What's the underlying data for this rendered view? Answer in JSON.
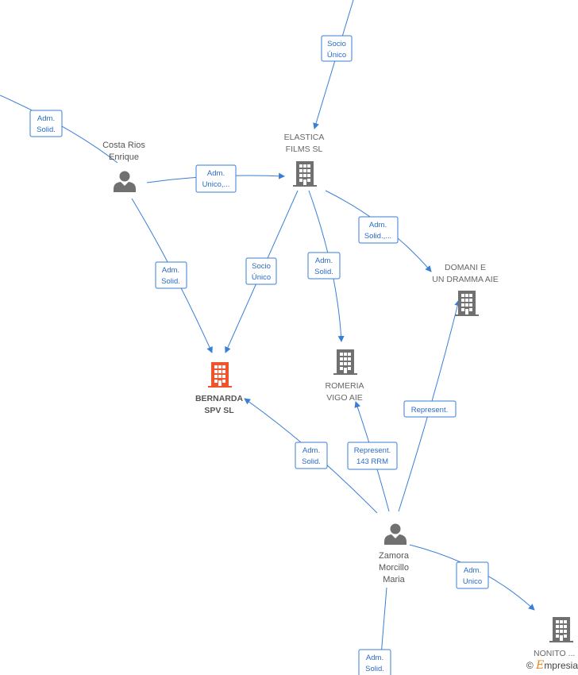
{
  "colors": {
    "edge": "#3a7fd5",
    "person_icon": "#707070",
    "company_icon": "#707070",
    "highlight_company_icon": "#f0542c",
    "label_text": "#555555",
    "watermark_accent": "#e8861a"
  },
  "nodes": [
    {
      "id": "costa_rios",
      "type": "person",
      "label": [
        "Costa Rios",
        "Enrique"
      ],
      "icon": "person-icon"
    },
    {
      "id": "elastica",
      "type": "company",
      "label": [
        "ELASTICA",
        "FILMS  SL"
      ],
      "icon": "building-icon"
    },
    {
      "id": "domani",
      "type": "company",
      "label": [
        "DOMANI E",
        "UN DRAMMA AIE"
      ],
      "icon": "building-icon"
    },
    {
      "id": "bernarda",
      "type": "company",
      "highlight": true,
      "label": [
        "BERNARDA",
        "SPV  SL"
      ],
      "icon": "building-icon"
    },
    {
      "id": "romeria",
      "type": "company",
      "label": [
        "ROMERIA",
        "VIGO  AIE"
      ],
      "icon": "building-icon"
    },
    {
      "id": "zamora",
      "type": "person",
      "label": [
        "Zamora",
        "Morcillo",
        "Maria"
      ],
      "icon": "person-icon"
    },
    {
      "id": "nonito",
      "type": "company",
      "label": [
        "NONITO  ..."
      ],
      "icon": "building-icon"
    }
  ],
  "edges": [
    {
      "id": "e1",
      "from": "offscreen-top",
      "to": "elastica",
      "label": [
        "Socio",
        "Único"
      ]
    },
    {
      "id": "e2",
      "from": "offscreen-left",
      "to": "costa_rios",
      "label": [
        "Adm.",
        "Solid."
      ]
    },
    {
      "id": "e3",
      "from": "costa_rios",
      "to": "elastica",
      "label": [
        "Adm.",
        "Unico,..."
      ]
    },
    {
      "id": "e4",
      "from": "elastica",
      "to": "domani",
      "label": [
        "Adm.",
        "Solid.,..."
      ]
    },
    {
      "id": "e5",
      "from": "costa_rios",
      "to": "bernarda",
      "label": [
        "Adm.",
        "Solid."
      ]
    },
    {
      "id": "e6",
      "from": "elastica",
      "to": "bernarda",
      "label": [
        "Socio",
        "Único"
      ]
    },
    {
      "id": "e7",
      "from": "elastica",
      "to": "romeria",
      "label": [
        "Adm.",
        "Solid."
      ]
    },
    {
      "id": "e8",
      "from": "zamora",
      "to": "domani",
      "label": [
        "Represent."
      ]
    },
    {
      "id": "e9",
      "from": "zamora",
      "to": "bernarda",
      "label": [
        "Adm.",
        "Solid."
      ]
    },
    {
      "id": "e10",
      "from": "zamora",
      "to": "romeria",
      "label": [
        "Represent.",
        "143 RRM"
      ]
    },
    {
      "id": "e11",
      "from": "zamora",
      "to": "nonito",
      "label": [
        "Adm.",
        "Unico"
      ]
    },
    {
      "id": "e12",
      "from": "zamora",
      "to": "offscreen-bottom",
      "label": [
        "Adm.",
        "Solid."
      ]
    }
  ],
  "watermark": {
    "symbol": "©",
    "brand_initial": "E",
    "brand_rest": "mpresia"
  }
}
